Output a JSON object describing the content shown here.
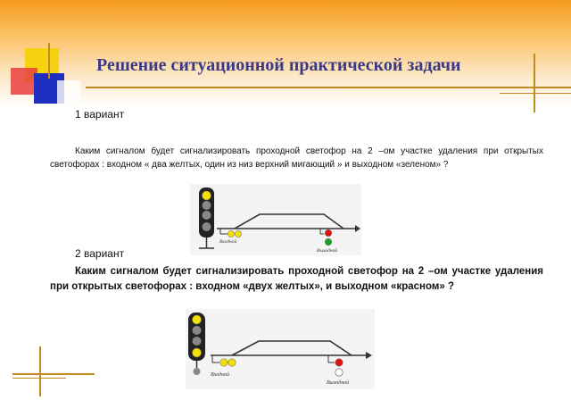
{
  "slide": {
    "title": "Решение ситуационной практической задачи",
    "variant1": {
      "label": "1 вариант",
      "question": "Каким сигналом будет  сигнализировать проходной светофор на 2 –ом участке удаления при открытых светофорах : входном « два желтых, один из низ верхний мигающий » и выходном «зеленом» ?",
      "entry_label": "Входной",
      "exit_label": "Выходной"
    },
    "variant2": {
      "label": "2 вариант",
      "question": "Каким сигналом будет  сигнализировать проходной светофор на 2 –ом участке удаления при открытых светофорах : входном «двух желтых»,  и выходном «красном» ?",
      "entry_label": "Входной",
      "exit_label": "Выходной"
    }
  },
  "colors": {
    "title": "#3b3a8a",
    "band_top": "#f59a1e",
    "accent_red": "#e02020",
    "accent_yellow": "#f5d000",
    "accent_blue": "#1f2fbf",
    "signal_yellow": "#f2e000",
    "signal_green": "#18a020",
    "signal_red": "#e01010"
  }
}
